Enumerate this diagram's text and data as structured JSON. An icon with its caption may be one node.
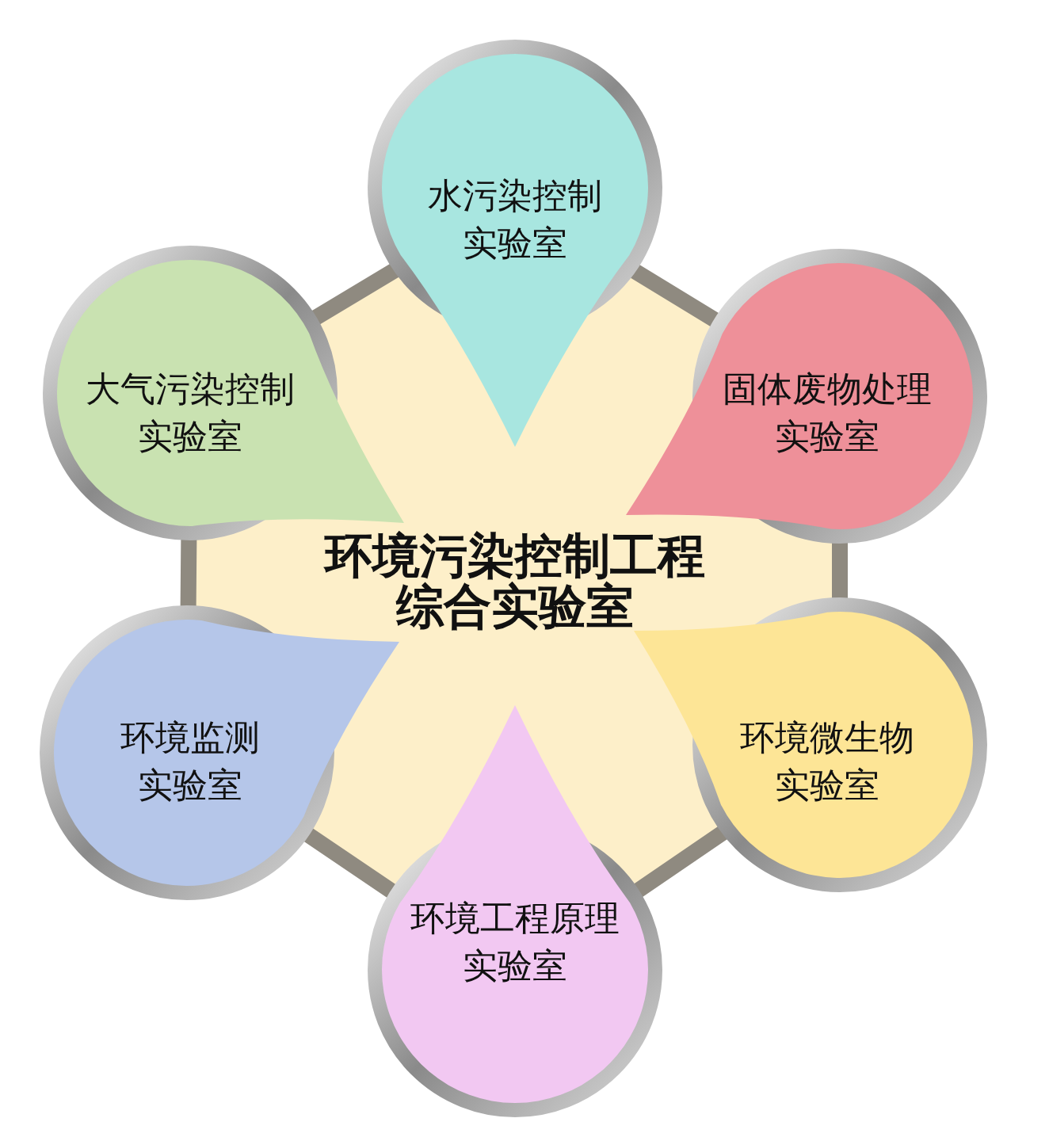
{
  "diagram": {
    "nodes": [
      {
        "text": [
          "环境污染控制工程综合实验室"
        ]
      },
      {
        "text": [
          "水污染控制实验室"
        ]
      },
      {
        "text": [
          "固体废物处理实验室"
        ]
      },
      {
        "text": [
          "环境微生物实验室"
        ]
      },
      {
        "text": [
          "环境工程原理实验室"
        ]
      },
      {
        "text": [
          "环境监测实验室"
        ]
      },
      {
        "text": [
          "大气污染控制实验室"
        ]
      }
    ],
    "edges": []
  }
}
